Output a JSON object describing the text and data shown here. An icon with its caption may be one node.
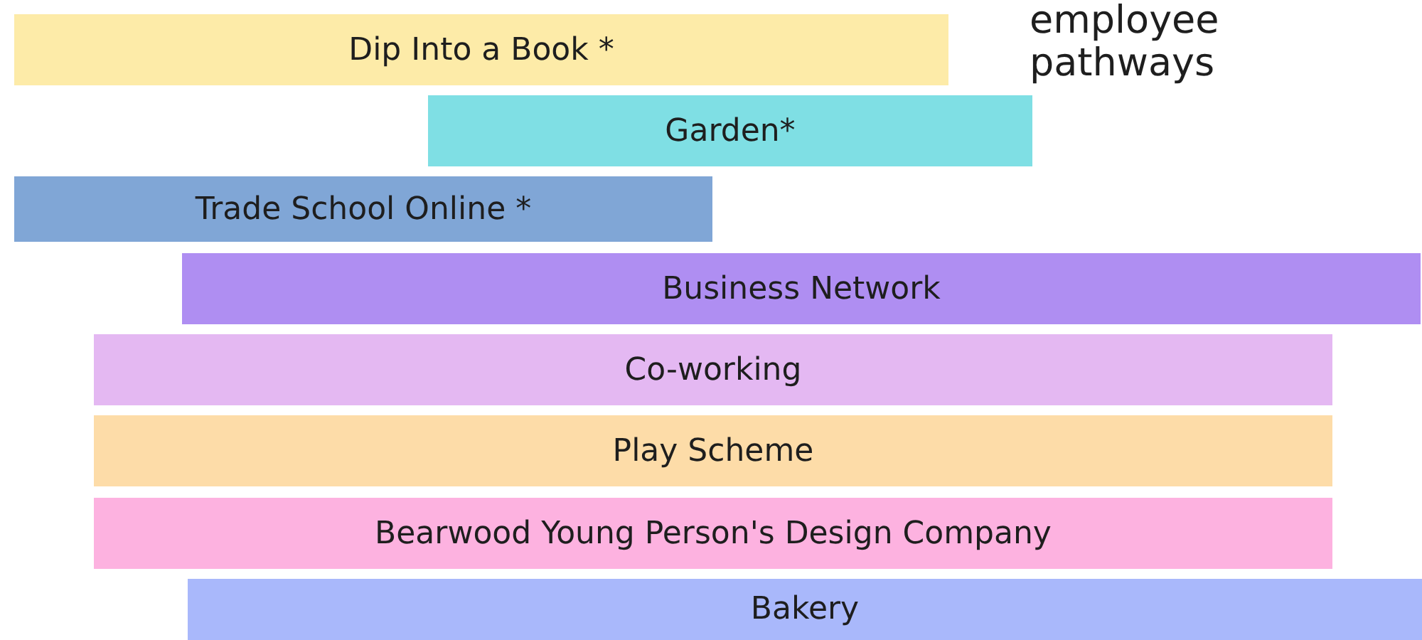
{
  "diagram": {
    "nodes": [
      {
        "text": [
          "Dip Into a Book *"
        ]
      },
      {
        "text": [
          "Garden*"
        ]
      },
      {
        "text": [
          "Trade School Online *"
        ]
      },
      {
        "text": [
          "Business Network"
        ]
      },
      {
        "text": [
          "Co-working"
        ]
      },
      {
        "text": [
          "Play Scheme"
        ]
      },
      {
        "text": [
          "Bearwood Young Person's Design Company"
        ]
      },
      {
        "text": [
          "Bakery"
        ]
      }
    ],
    "labels": [
      "employee pathways"
    ]
  }
}
